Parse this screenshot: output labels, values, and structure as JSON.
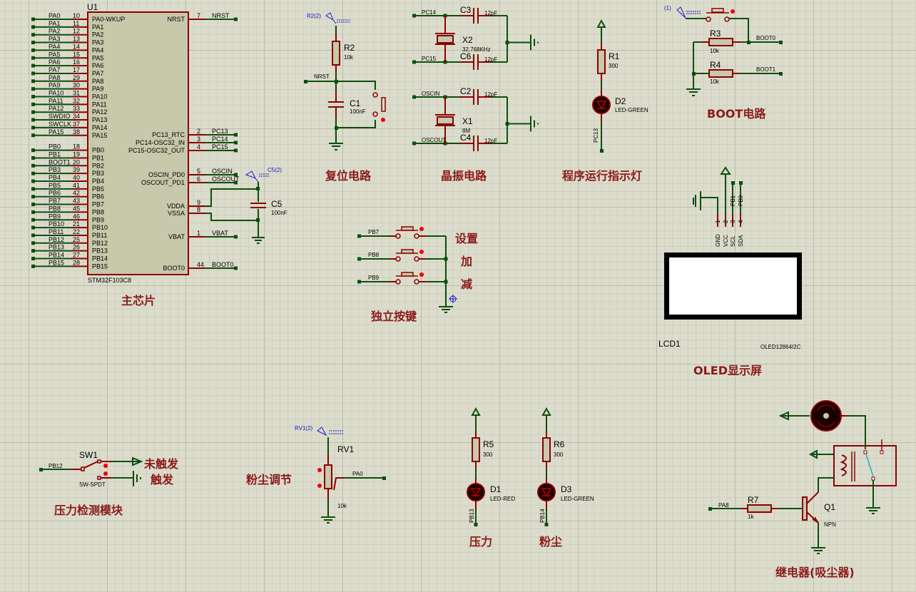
{
  "colors": {
    "background": "#dcdccc",
    "grid_minor": "#c9c9b9",
    "grid_major": "#b9b9a9",
    "wire": "#0b4f0b",
    "pin": "#8b0000",
    "component_body": "#c8c8aa",
    "section_title": "#8b1a1a",
    "probe": "#1a1acc"
  },
  "mcu": {
    "ref": "U1",
    "part": "STM32F103C8",
    "left_pins": [
      {
        "net": "PA0",
        "num": "10",
        "name": "PA0-WKUP"
      },
      {
        "net": "PA1",
        "num": "11",
        "name": "PA1"
      },
      {
        "net": "PA2",
        "num": "12",
        "name": "PA2"
      },
      {
        "net": "PA3",
        "num": "13",
        "name": "PA3"
      },
      {
        "net": "PA4",
        "num": "14",
        "name": "PA4"
      },
      {
        "net": "PA5",
        "num": "15",
        "name": "PA5"
      },
      {
        "net": "PA6",
        "num": "16",
        "name": "PA6"
      },
      {
        "net": "PA7",
        "num": "17",
        "name": "PA7"
      },
      {
        "net": "PA8",
        "num": "29",
        "name": "PA8"
      },
      {
        "net": "PA9",
        "num": "30",
        "name": "PA9"
      },
      {
        "net": "PA10",
        "num": "31",
        "name": "PA10"
      },
      {
        "net": "PA11",
        "num": "32",
        "name": "PA11"
      },
      {
        "net": "PA12",
        "num": "33",
        "name": "PA12"
      },
      {
        "net": "SWDIO",
        "num": "34",
        "name": "PA13"
      },
      {
        "net": "SWCLK",
        "num": "37",
        "name": "PA14"
      },
      {
        "net": "PA15",
        "num": "38",
        "name": "PA15"
      },
      {
        "net": "PB0",
        "num": "18",
        "name": "PB0"
      },
      {
        "net": "PB1",
        "num": "19",
        "name": "PB1"
      },
      {
        "net": "BOOT1",
        "num": "20",
        "name": "PB2"
      },
      {
        "net": "PB3",
        "num": "39",
        "name": "PB3"
      },
      {
        "net": "PB4",
        "num": "40",
        "name": "PB4"
      },
      {
        "net": "PB5",
        "num": "41",
        "name": "PB5"
      },
      {
        "net": "PB6",
        "num": "42",
        "name": "PB6"
      },
      {
        "net": "PB7",
        "num": "43",
        "name": "PB7"
      },
      {
        "net": "PB8",
        "num": "45",
        "name": "PB8"
      },
      {
        "net": "PB9",
        "num": "46",
        "name": "PB9"
      },
      {
        "net": "PB10",
        "num": "21",
        "name": "PB10"
      },
      {
        "net": "PB11",
        "num": "22",
        "name": "PB11"
      },
      {
        "net": "PB12",
        "num": "25",
        "name": "PB12"
      },
      {
        "net": "PB13",
        "num": "26",
        "name": "PB13"
      },
      {
        "net": "PB14",
        "num": "27",
        "name": "PB14"
      },
      {
        "net": "PB15",
        "num": "28",
        "name": "PB15"
      }
    ],
    "right_pins": [
      {
        "net": "NRST",
        "num": "7",
        "name": "NRST"
      },
      {
        "net": "PC13",
        "num": "2",
        "name": "PC13_RTC"
      },
      {
        "net": "PC14",
        "num": "3",
        "name": "PC14-OSC32_IN"
      },
      {
        "net": "PC15",
        "num": "4",
        "name": "PC15-OSC32_OUT"
      },
      {
        "net": "OSCIN",
        "num": "5",
        "name": "OSCIN_PD0"
      },
      {
        "net": "OSCOUT",
        "num": "6",
        "name": "OSCOUT_PD1"
      },
      {
        "net": "",
        "num": "9",
        "name": "VDDA"
      },
      {
        "net": "",
        "num": "8",
        "name": "VSSA"
      },
      {
        "net": "VBAT",
        "num": "1",
        "name": "VBAT"
      },
      {
        "net": "BOOT0",
        "num": "44",
        "name": "BOOT0"
      }
    ]
  },
  "c5": {
    "ref": "C5",
    "value": "100nF",
    "probe": "C5(2)"
  },
  "sections": {
    "main_chip": "主芯片",
    "reset": "复位电路",
    "crystal": "晶振电路",
    "run_led": "程序运行指示灯",
    "boot": "BOOT电路",
    "keys": "独立按键",
    "oled": "OLED显示屏",
    "pressure": "压力检测模块",
    "dust_adjust": "粉尘调节",
    "pressure_led": "压力",
    "dust_led": "粉尘",
    "relay": "继电器(吸尘器)"
  },
  "reset": {
    "probe": "R2(2)",
    "r_ref": "R2",
    "r_val": "10k",
    "c_ref": "C1",
    "c_val": "100nF",
    "net": "NRST"
  },
  "crystal": {
    "x2": {
      "ref": "X2",
      "value": "32.768KHz",
      "net_a": "PC14",
      "net_b": "PC15",
      "ca_ref": "C3",
      "cb_ref": "C6",
      "c_val": "12pF"
    },
    "x1": {
      "ref": "X1",
      "value": "8M",
      "net_a": "OSCIN",
      "net_b": "OSCOUT",
      "ca_ref": "C2",
      "cb_ref": "C4",
      "c_val": "12pF"
    }
  },
  "run_led": {
    "r_ref": "R1",
    "r_val": "300",
    "d_ref": "D2",
    "d_val": "LED-GREEN",
    "net": "PC13"
  },
  "boot": {
    "probe": "(1)",
    "r3_ref": "R3",
    "r3_val": "10k",
    "r4_ref": "R4",
    "r4_val": "10k",
    "net0": "BOOT0",
    "net1": "BOOT1"
  },
  "keys": {
    "items": [
      {
        "net": "PB7",
        "label": "设置"
      },
      {
        "net": "PB8",
        "label": "加"
      },
      {
        "net": "PB9",
        "label": "减"
      }
    ]
  },
  "oled": {
    "ref": "LCD1",
    "part": "OLED12864I2C",
    "pins": [
      {
        "num": "1",
        "name": "GND",
        "net": ""
      },
      {
        "num": "2",
        "name": "VCC",
        "net": ""
      },
      {
        "num": "3",
        "name": "SCL",
        "net": "PB1"
      },
      {
        "num": "4",
        "name": "SDA",
        "net": "PB0"
      }
    ]
  },
  "pressure": {
    "ref": "SW1",
    "part": "SW-SPDT",
    "net": "PB12",
    "pos_untriggered": "未触发",
    "pos_triggered": "触发"
  },
  "pot": {
    "probe": "RV1(2)",
    "ref": "RV1",
    "value": "10k",
    "net": "PA0"
  },
  "leds": [
    {
      "r_ref": "R5",
      "r_val": "300",
      "d_ref": "D1",
      "d_val": "LED-RED",
      "net": "PB13"
    },
    {
      "r_ref": "R6",
      "r_val": "300",
      "d_ref": "D3",
      "d_val": "LED-GREEN",
      "net": "PB14"
    }
  ],
  "relay": {
    "r_ref": "R7",
    "r_val": "1k",
    "q_ref": "Q1",
    "q_val": "NPN",
    "net": "PA8"
  }
}
